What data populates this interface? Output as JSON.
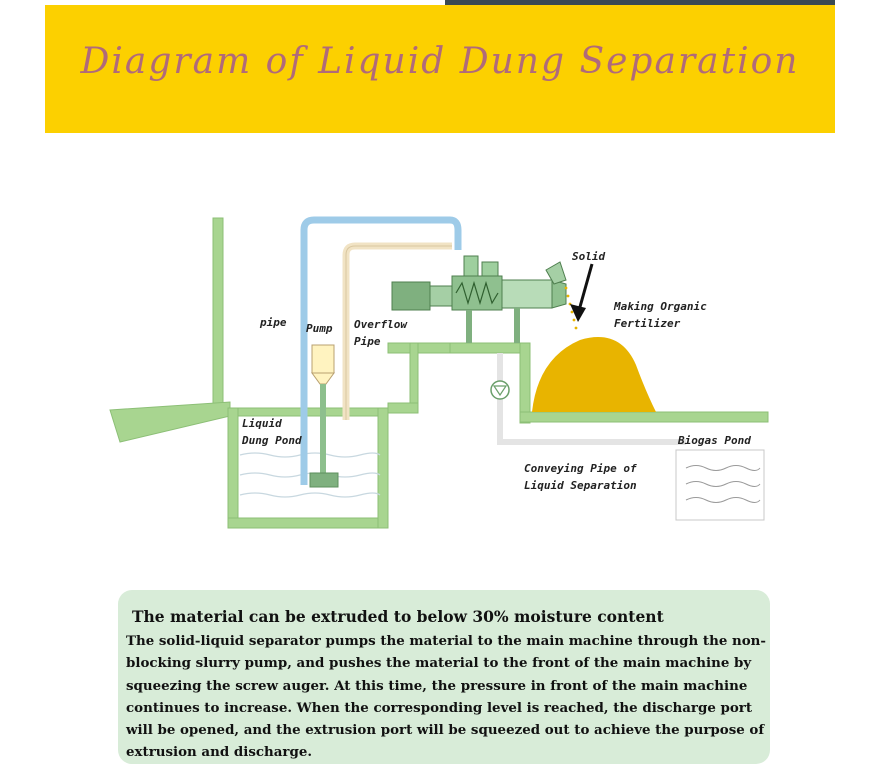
{
  "banner": {
    "title": "Diagram of Liquid Dung Separation"
  },
  "diagram": {
    "labels": {
      "solid": "Solid",
      "making_organic": "Making Organic",
      "fertilizer": "Fertilizer",
      "pipe": "pipe",
      "pump": "Pump",
      "overflow": "Overflow",
      "overflow_pipe": "Pipe",
      "liquid": "Liquid",
      "dung_pond": "Dung Pond",
      "biogas_pond": "Biogas Pond",
      "conveying_1": "Conveying Pipe of",
      "conveying_2": "Liquid Separation"
    }
  },
  "description": {
    "title": "The material can be extruded to below 30% moisture content",
    "body": "The solid-liquid separator pumps the material to the main machine through the non-blocking slurry pump, and pushes the material to the front of the main machine by squeezing the screw auger. At this time, the pressure in front of the main machine continues to increase. When the corresponding level is reached, the discharge port will be opened, and the extrusion port will be squeezed out to achieve the purpose of extrusion and discharge."
  },
  "colors": {
    "banner": "#fcd000",
    "title": "#b06a7a",
    "pond_green": "#a8d590",
    "pipe_blue": "#9ecbe8",
    "fertilizer": "#e8b400",
    "desc_bg": "#d8ecd8"
  }
}
